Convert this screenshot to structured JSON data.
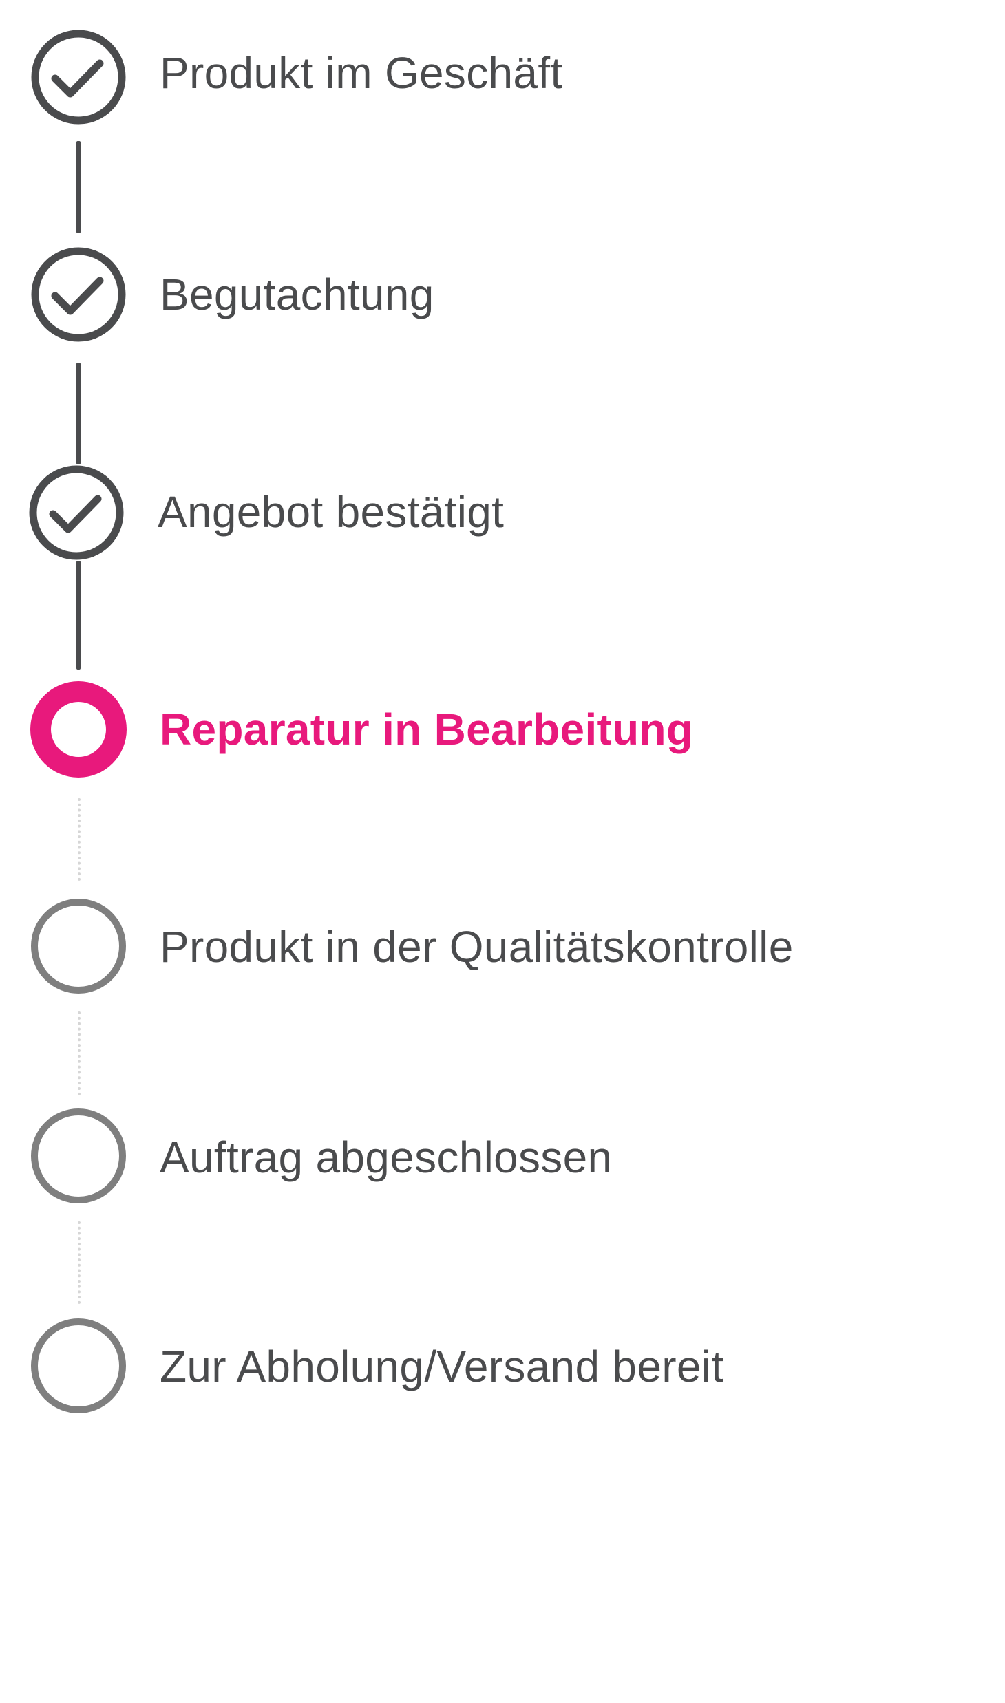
{
  "colors": {
    "done": "#4a4b4d",
    "active": "#e8197c",
    "pending": "#7f7f7f",
    "pending_connector": "#d6d6d6"
  },
  "steps": [
    {
      "label": "Produkt im Geschäft",
      "status": "done",
      "icon": "check-circle-icon"
    },
    {
      "label": "Begutachtung",
      "status": "done",
      "icon": "check-circle-icon"
    },
    {
      "label": "Angebot bestätigt",
      "status": "done",
      "icon": "check-circle-icon"
    },
    {
      "label": "Reparatur in Bearbeitung",
      "status": "active",
      "icon": "active-ring-icon"
    },
    {
      "label": "Produkt in der Qualitätskontrolle",
      "status": "pending",
      "icon": "empty-circle-icon"
    },
    {
      "label": "Auftrag abgeschlossen",
      "status": "pending",
      "icon": "empty-circle-icon"
    },
    {
      "label": "Zur Abholung/Versand bereit",
      "status": "pending",
      "icon": "empty-circle-icon"
    }
  ]
}
